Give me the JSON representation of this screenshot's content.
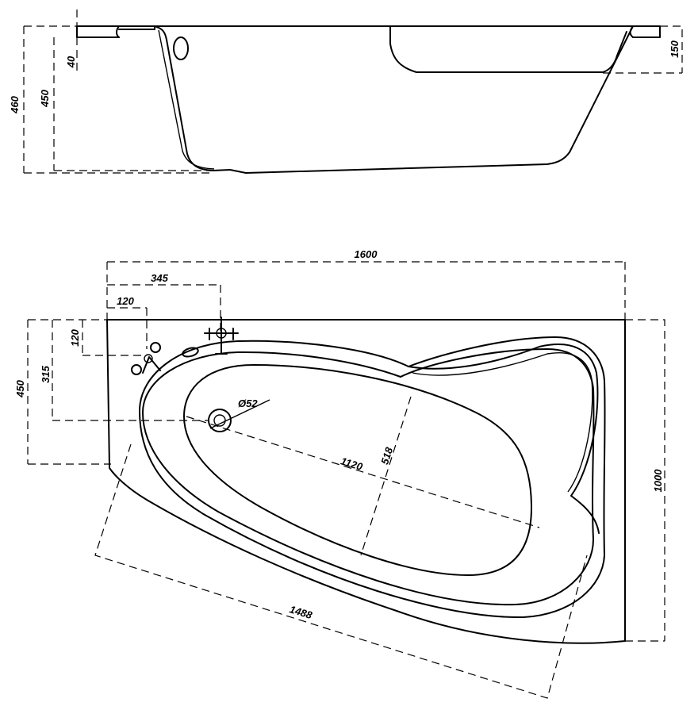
{
  "dimensions": {
    "side_total_height": "460",
    "side_inner_height": "450",
    "side_rim": "40",
    "side_headrest": "150",
    "length": "1600",
    "tap_offset_x": "345",
    "overflow_offset_x": "120",
    "overflow_offset_y": "120",
    "drain_offset_y": "315",
    "corner_depth": "450",
    "width": "1000",
    "basin_length": "1120",
    "basin_width": "518",
    "drain_diameter": "Ø52",
    "diagonal_length": "1488"
  }
}
